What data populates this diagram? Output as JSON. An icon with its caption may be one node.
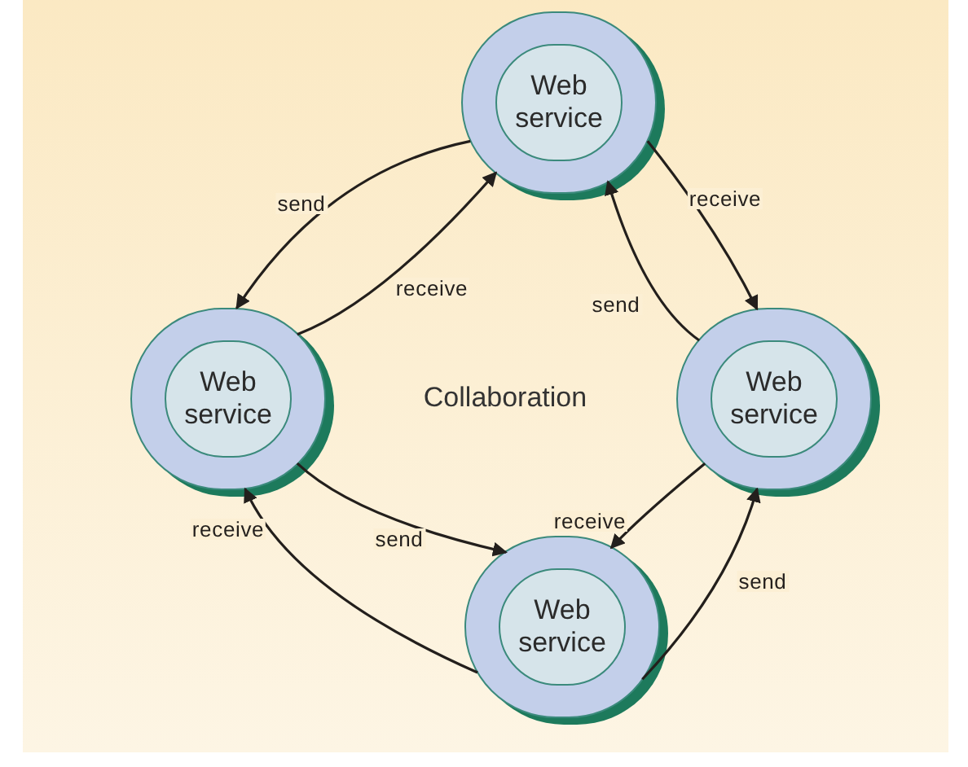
{
  "diagram": {
    "nodes": [
      {
        "text": [
          "Web service"
        ]
      },
      {
        "text": [
          "Web service"
        ]
      },
      {
        "text": [
          "Web service"
        ]
      },
      {
        "text": [
          "Web service"
        ]
      }
    ],
    "edges": [
      {
        "from": 0,
        "to": 1,
        "arrow": "to",
        "label": "send"
      },
      {
        "from": 1,
        "to": 0,
        "arrow": "to",
        "label": "receive"
      },
      {
        "from": 0,
        "to": 2,
        "arrow": "to",
        "label": "receive"
      },
      {
        "from": 2,
        "to": 0,
        "arrow": "to",
        "label": "send"
      },
      {
        "from": 2,
        "to": 3,
        "arrow": "to",
        "label": "receive"
      },
      {
        "from": 3,
        "to": 2,
        "arrow": "to",
        "label": "send"
      },
      {
        "from": 1,
        "to": 3,
        "arrow": "to",
        "label": "send"
      },
      {
        "from": 3,
        "to": 1,
        "arrow": "to",
        "label": "receive"
      }
    ],
    "labels": [
      "Collaboration"
    ]
  }
}
